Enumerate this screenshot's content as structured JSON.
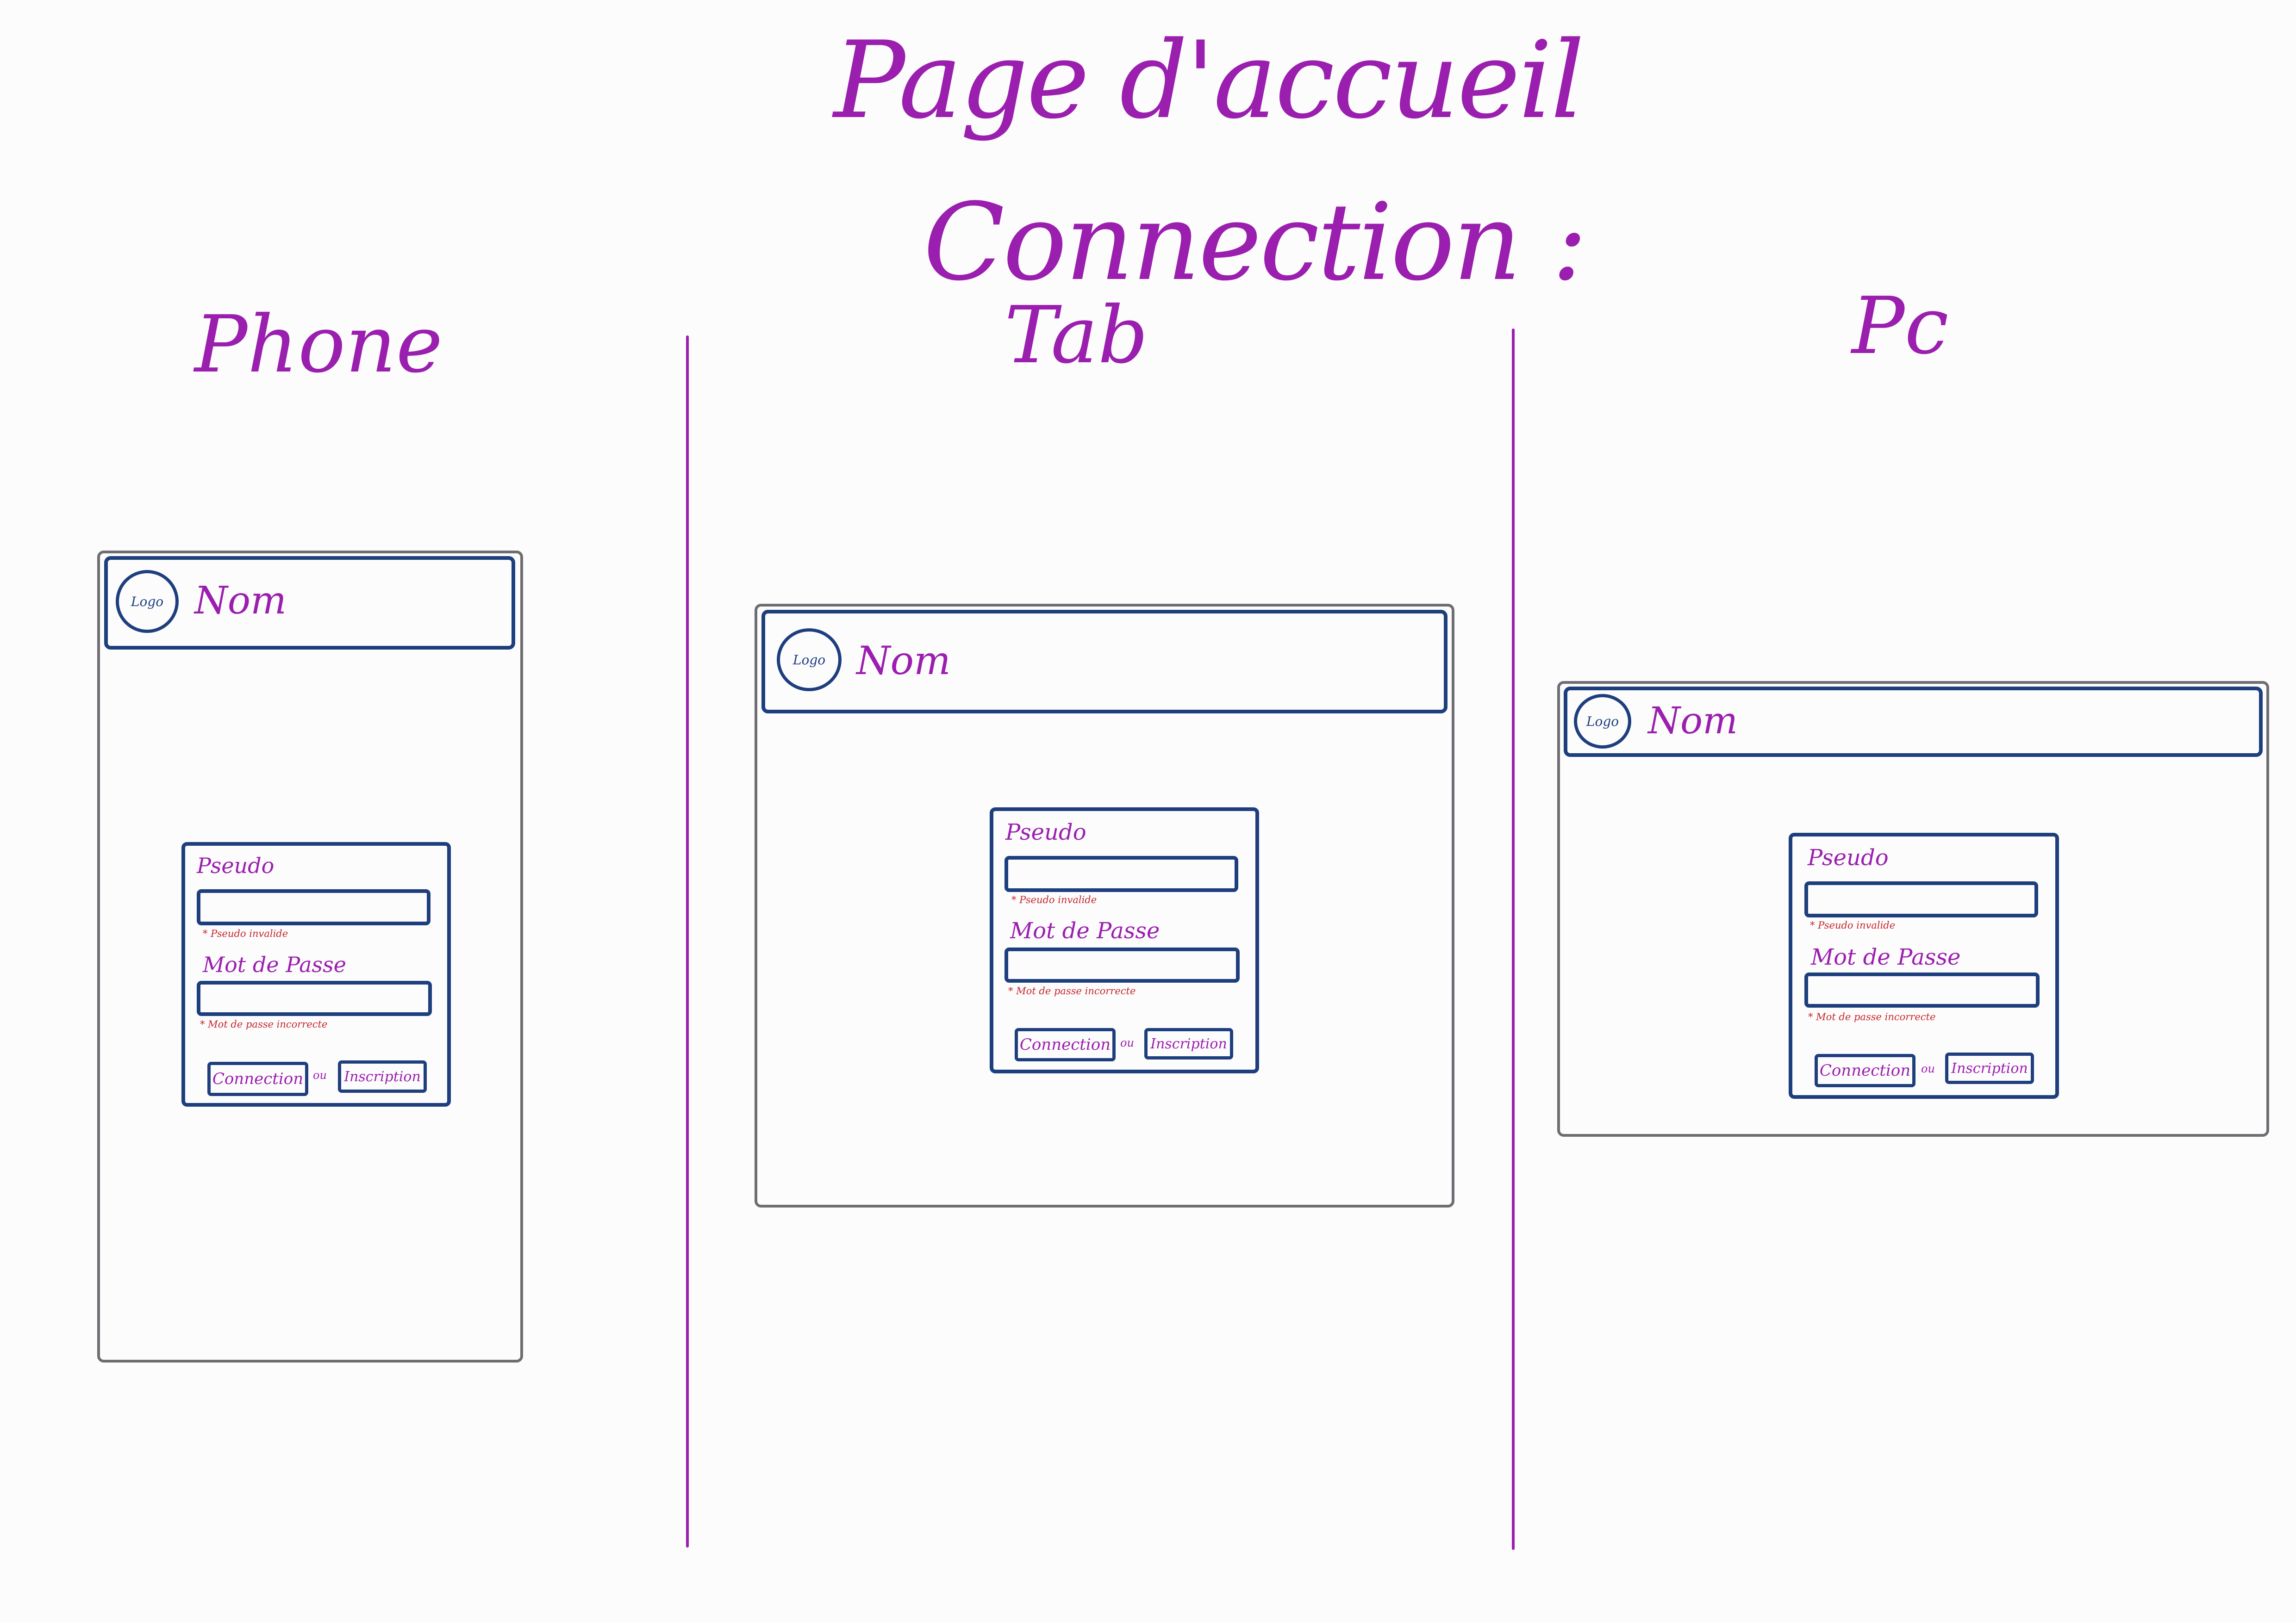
{
  "page": {
    "title_line1": "Page d'accueil",
    "title_line2": "Connection :"
  },
  "columns": {
    "phone": "Phone",
    "tab": "Tab",
    "pc": "Pc"
  },
  "mockup": {
    "logo": "Logo",
    "name": "Nom",
    "username_label": "Pseudo",
    "username_error": "* Pseudo invalide",
    "password_label": "Mot de Passe",
    "password_error": "* Mot de passe incorrecte",
    "login_button": "Connection",
    "or_text": "ou",
    "signup_button": "Inscription"
  },
  "colors": {
    "ink_purple": "#9b1faf",
    "outline_navy": "#1e3f7e",
    "frame_grey": "#6e6e72",
    "error_red": "#c4262b"
  }
}
